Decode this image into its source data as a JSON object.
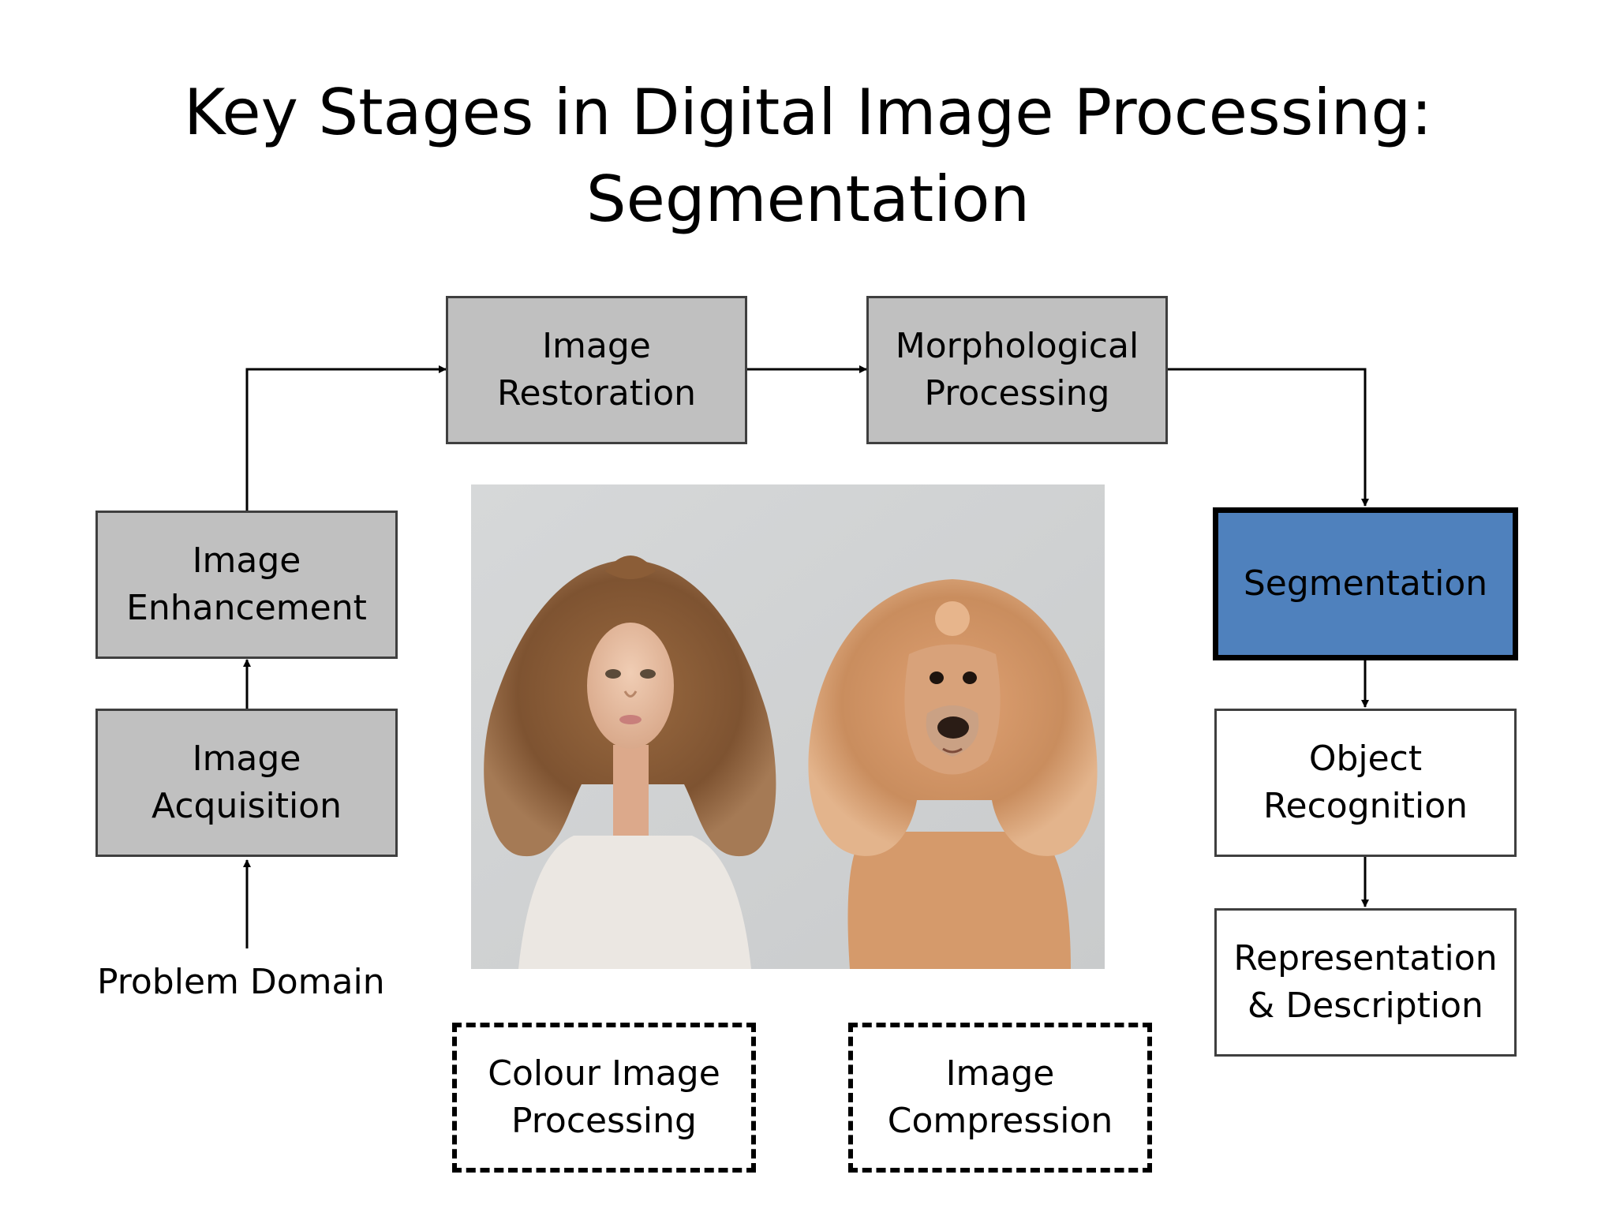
{
  "title": {
    "line1": "Key Stages in Digital Image Processing:",
    "line2": "Segmentation"
  },
  "stages": {
    "image_restoration": "Image\nRestoration",
    "morphological_processing": "Morphological\nProcessing",
    "image_enhancement": "Image\nEnhancement",
    "image_acquisition": "Image\nAcquisition",
    "segmentation": "Segmentation",
    "object_recognition": "Object\nRecognition",
    "representation_description": "Representation\n& Description",
    "colour_image_processing": "Colour Image\nProcessing",
    "image_compression": "Image\nCompression"
  },
  "problem_domain": "Problem Domain",
  "colors": {
    "stage_fill": "#c0c0c0",
    "active_fill": "#4f81bd",
    "background": "#ffffff"
  }
}
